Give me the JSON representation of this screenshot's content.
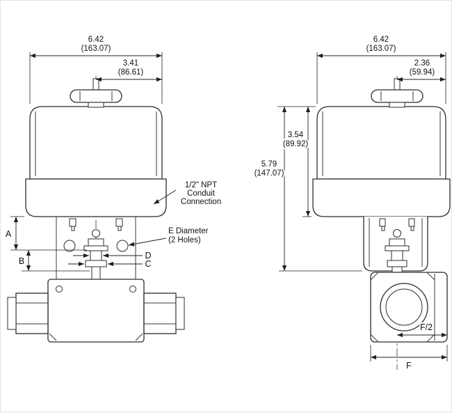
{
  "drawing": {
    "front": {
      "width_in": "6.42",
      "width_mm": "(163.07)",
      "offset_in": "3.41",
      "offset_mm": "(86.61)",
      "dim_a": "A",
      "dim_b": "B",
      "dim_c": "C",
      "dim_d": "D",
      "hole_note_1": "E Diameter",
      "hole_note_2": "(2 Holes)",
      "conduit_1": "1/2\" NPT",
      "conduit_2": "Conduit",
      "conduit_3": "Connection"
    },
    "side": {
      "width_in": "6.42",
      "width_mm": "(163.07)",
      "offset_in": "2.36",
      "offset_mm": "(59.94)",
      "height_upper_in": "3.54",
      "height_upper_mm": "(89.92)",
      "height_total_in": "5.79",
      "height_total_mm": "(147.07)",
      "half_port": "F/2",
      "port": "F"
    }
  }
}
